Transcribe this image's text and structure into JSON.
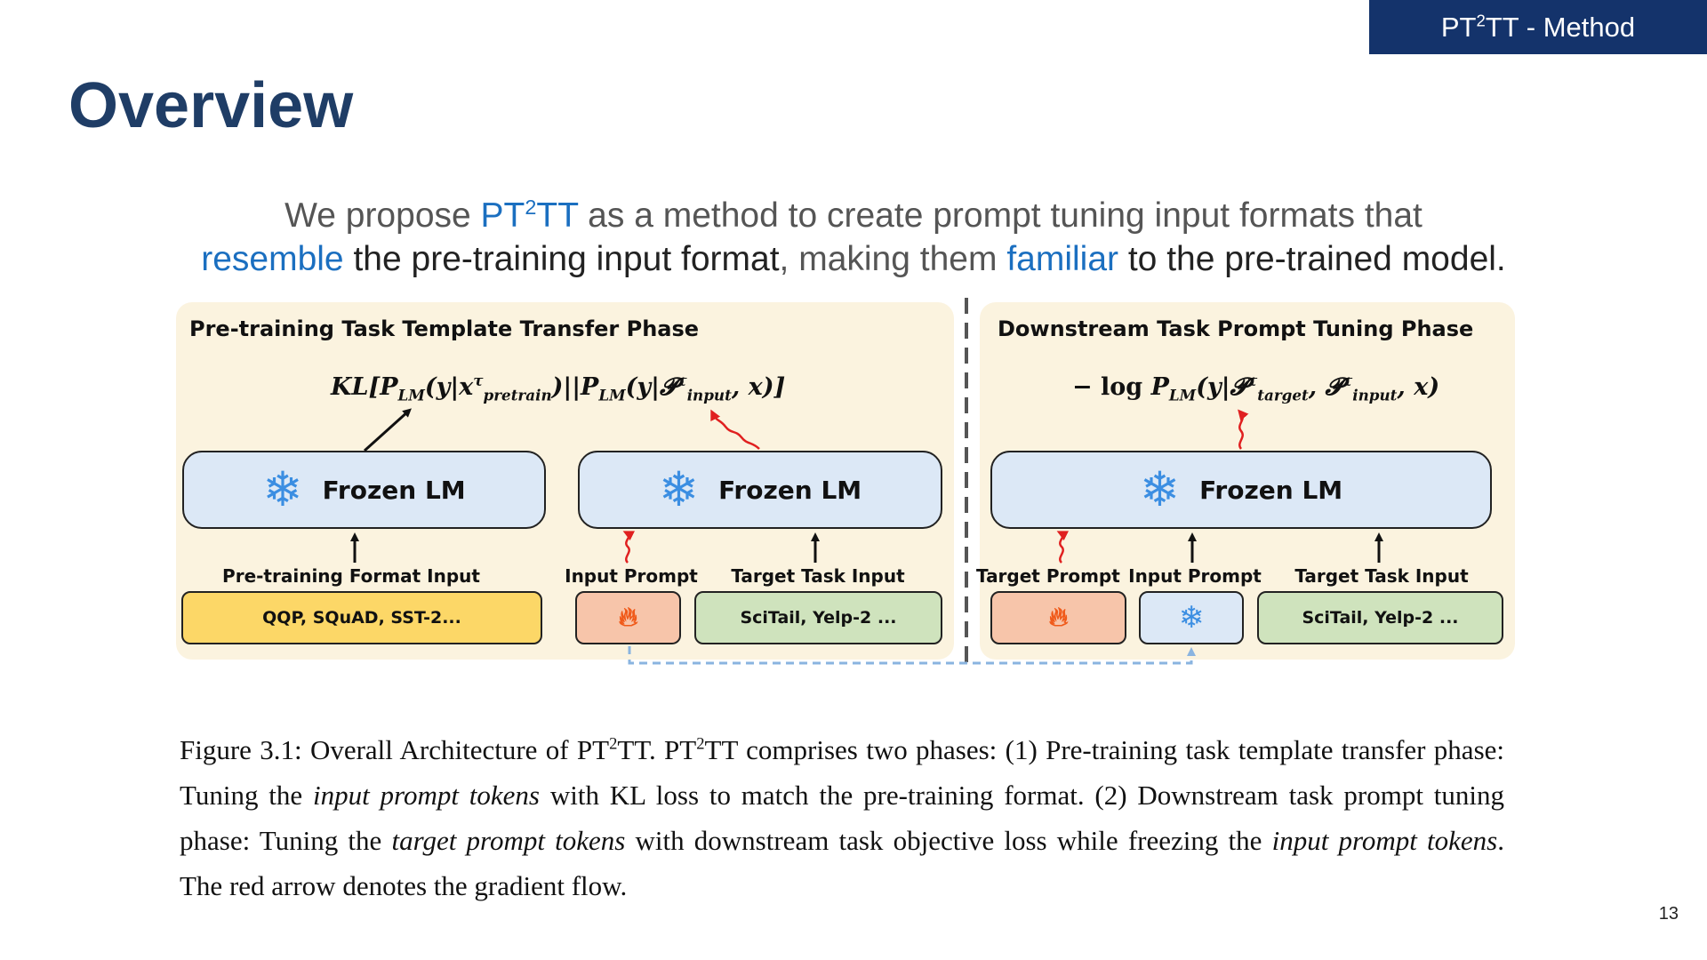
{
  "header": {
    "section_tag": {
      "pre": "PT",
      "sup": "2",
      "post": "TT - Method"
    }
  },
  "title": "Overview",
  "intro": {
    "l1_a": "We propose ",
    "l1_b_pre": "PT",
    "l1_b_sup": "2",
    "l1_b_post": "TT",
    "l1_c": " as a method to create prompt tuning input formats that",
    "l2_a": "resemble",
    "l2_b": " the pre-training input format",
    "l2_c": ", making them ",
    "l2_d": "familiar",
    "l2_e": " to the pre-trained model."
  },
  "diagram": {
    "left_phase": {
      "title": "Pre-training Task Template Transfer Phase",
      "formula": {
        "kl": "KL",
        "p": "P",
        "lm": "LM",
        "y": "y",
        "x": "x",
        "pretrain": "pretrain",
        "tau": "τ",
        "script_p": "𝓟",
        "input": "input"
      },
      "lm1_label": "Frozen LM",
      "lm2_label": "Frozen LM",
      "input1_label": "Pre-training Format Input",
      "input1_box": "QQP, SQuAD, SST-2...",
      "input2_label": "Input Prompt",
      "input3_label": "Target Task Input",
      "input3_box": "SciTail, Yelp-2 ..."
    },
    "right_phase": {
      "title": "Downstream Task Prompt Tuning Phase",
      "formula": {
        "neg": "− ",
        "log": "log",
        "p": "P",
        "lm": "LM",
        "y": "y",
        "x": "x",
        "tau": "τ",
        "script_p": "𝓟",
        "target": "target",
        "input": "input"
      },
      "lm_label": "Frozen LM",
      "input1_label": "Target Prompt",
      "input2_label": "Input Prompt",
      "input3_label": "Target Task Input",
      "input3_box": "SciTail, Yelp-2 ..."
    },
    "icons": {
      "frozen": "snowflake-icon",
      "trainable": "fire-icon"
    },
    "colors": {
      "panel": "#fbf3df",
      "lm_box": "#dce8f6",
      "pretrain_input": "#fcd767",
      "prompt": "#f7c5aa",
      "task_input": "#cfe3bd",
      "gradient_arrow": "#e02020",
      "link": "#8ab4e0"
    }
  },
  "caption": {
    "t1": "Figure  3.1: Overall Architecture of PT",
    "s1": "2",
    "t2": "TT. PT",
    "s2": "2",
    "t3": "TT comprises two phases: (1) Pre-training task template transfer phase: Tuning the ",
    "i1": "input prompt tokens",
    "t4": " with KL loss to match the pre-training format. (2) Downstream task prompt tuning phase: Tuning the ",
    "i2": "target prompt tokens",
    "t5": " with downstream task objective loss while freezing the ",
    "i3": "input prompt tokens",
    "t6": ". The red arrow denotes the gradient flow."
  },
  "page_number": "13"
}
